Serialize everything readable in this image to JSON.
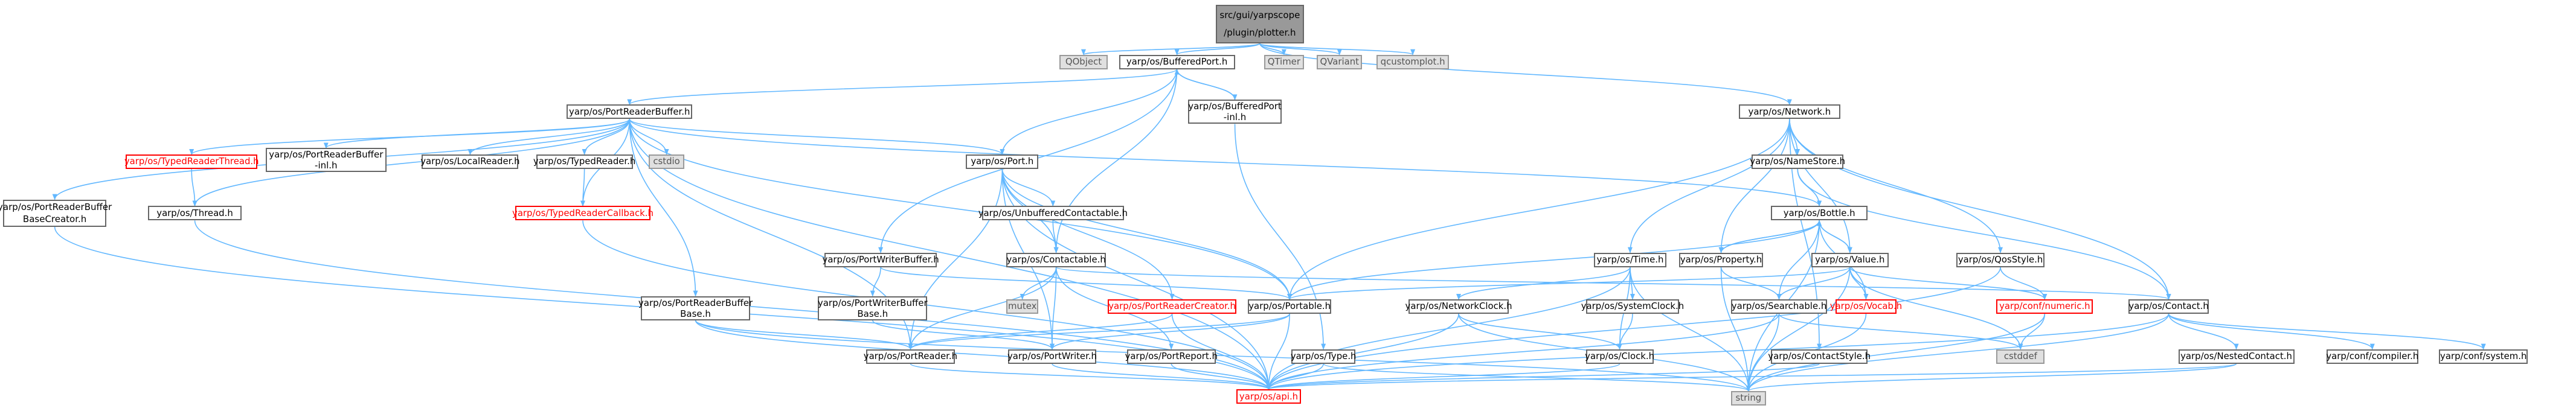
{
  "colors": {
    "edge": "#63b8ff",
    "node_border": "#666666",
    "missing_node": "#ff0000",
    "external_fill": "#e0e0e0",
    "root_fill": "#999999"
  },
  "nodes": [
    {
      "id": "root",
      "label": "src/gui/yarpscope\n/plugin/plotter.h",
      "kind": "root"
    },
    {
      "id": "qobject",
      "label": "QObject",
      "kind": "external"
    },
    {
      "id": "bufferedport",
      "label": "yarp/os/BufferedPort.h",
      "kind": "normal"
    },
    {
      "id": "qtimer",
      "label": "QTimer",
      "kind": "external"
    },
    {
      "id": "qvariant",
      "label": "QVariant",
      "kind": "external"
    },
    {
      "id": "qcustomplot",
      "label": "qcustomplot.h",
      "kind": "external"
    },
    {
      "id": "bufferedport_inl",
      "label": "yarp/os/BufferedPort\n-inl.h",
      "kind": "normal"
    },
    {
      "id": "portreaderbuffer",
      "label": "yarp/os/PortReaderBuffer.h",
      "kind": "normal"
    },
    {
      "id": "network",
      "label": "yarp/os/Network.h",
      "kind": "normal"
    },
    {
      "id": "typedreaderthread",
      "label": "yarp/os/TypedReaderThread.h",
      "kind": "missing"
    },
    {
      "id": "portreaderbuffer_inl",
      "label": "yarp/os/PortReaderBuffer\n-inl.h",
      "kind": "normal"
    },
    {
      "id": "localreader",
      "label": "yarp/os/LocalReader.h",
      "kind": "normal"
    },
    {
      "id": "typedreader",
      "label": "yarp/os/TypedReader.h",
      "kind": "normal"
    },
    {
      "id": "cstdio",
      "label": "cstdio",
      "kind": "external"
    },
    {
      "id": "port",
      "label": "yarp/os/Port.h",
      "kind": "normal"
    },
    {
      "id": "namestore",
      "label": "yarp/os/NameStore.h",
      "kind": "normal"
    },
    {
      "id": "thread",
      "label": "yarp/os/Thread.h",
      "kind": "normal"
    },
    {
      "id": "portreaderbuffer_base_creator",
      "label": "yarp/os/PortReaderBuffer\nBaseCreator.h",
      "kind": "normal"
    },
    {
      "id": "typedreadercallback",
      "label": "yarp/os/TypedReaderCallback.h",
      "kind": "missing"
    },
    {
      "id": "unbufferedcontactable",
      "label": "yarp/os/UnbufferedContactable.h",
      "kind": "normal"
    },
    {
      "id": "bottle",
      "label": "yarp/os/Bottle.h",
      "kind": "normal"
    },
    {
      "id": "portwriterbuffer",
      "label": "yarp/os/PortWriterBuffer.h",
      "kind": "normal"
    },
    {
      "id": "contactable",
      "label": "yarp/os/Contactable.h",
      "kind": "normal"
    },
    {
      "id": "time",
      "label": "yarp/os/Time.h",
      "kind": "normal"
    },
    {
      "id": "property",
      "label": "yarp/os/Property.h",
      "kind": "normal"
    },
    {
      "id": "value",
      "label": "yarp/os/Value.h",
      "kind": "normal"
    },
    {
      "id": "qosstyle",
      "label": "yarp/os/QosStyle.h",
      "kind": "normal"
    },
    {
      "id": "portreaderbuffer_base",
      "label": "yarp/os/PortReaderBuffer\nBase.h",
      "kind": "normal"
    },
    {
      "id": "portwriterbuffer_base",
      "label": "yarp/os/PortWriterBuffer\nBase.h",
      "kind": "normal"
    },
    {
      "id": "mutex",
      "label": "mutex",
      "kind": "external"
    },
    {
      "id": "portreadercreator",
      "label": "yarp/os/PortReaderCreator.h",
      "kind": "missing"
    },
    {
      "id": "portable",
      "label": "yarp/os/Portable.h",
      "kind": "normal"
    },
    {
      "id": "networkclock",
      "label": "yarp/os/NetworkClock.h",
      "kind": "normal"
    },
    {
      "id": "systemclock",
      "label": "yarp/os/SystemClock.h",
      "kind": "normal"
    },
    {
      "id": "searchable",
      "label": "yarp/os/Searchable.h",
      "kind": "normal"
    },
    {
      "id": "vocab",
      "label": "yarp/os/Vocab.h",
      "kind": "missing"
    },
    {
      "id": "numeric",
      "label": "yarp/conf/numeric.h",
      "kind": "missing"
    },
    {
      "id": "contact",
      "label": "yarp/os/Contact.h",
      "kind": "normal"
    },
    {
      "id": "portreader",
      "label": "yarp/os/PortReader.h",
      "kind": "normal"
    },
    {
      "id": "portwriter",
      "label": "yarp/os/PortWriter.h",
      "kind": "normal"
    },
    {
      "id": "portreport",
      "label": "yarp/os/PortReport.h",
      "kind": "normal"
    },
    {
      "id": "type",
      "label": "yarp/os/Type.h",
      "kind": "normal"
    },
    {
      "id": "clock",
      "label": "yarp/os/Clock.h",
      "kind": "normal"
    },
    {
      "id": "cstddef",
      "label": "cstddef",
      "kind": "external"
    },
    {
      "id": "nestedcontact",
      "label": "yarp/os/NestedContact.h",
      "kind": "normal"
    },
    {
      "id": "compiler",
      "label": "yarp/conf/compiler.h",
      "kind": "normal"
    },
    {
      "id": "system",
      "label": "yarp/conf/system.h",
      "kind": "normal"
    },
    {
      "id": "contactstyle",
      "label": "yarp/os/ContactStyle.h",
      "kind": "normal"
    },
    {
      "id": "api",
      "label": "yarp/os/api.h",
      "kind": "missing"
    },
    {
      "id": "string",
      "label": "string",
      "kind": "external"
    }
  ],
  "edges": [
    [
      "root",
      "qobject"
    ],
    [
      "root",
      "bufferedport"
    ],
    [
      "root",
      "qtimer"
    ],
    [
      "root",
      "qvariant"
    ],
    [
      "root",
      "qcustomplot"
    ],
    [
      "root",
      "network"
    ],
    [
      "bufferedport",
      "bufferedport_inl"
    ],
    [
      "bufferedport_inl",
      "bufferedport"
    ],
    [
      "bufferedport",
      "portreaderbuffer"
    ],
    [
      "bufferedport",
      "port"
    ],
    [
      "bufferedport",
      "portwriterbuffer"
    ],
    [
      "bufferedport",
      "contactable"
    ],
    [
      "bufferedport_inl",
      "type"
    ],
    [
      "portreaderbuffer",
      "typedreaderthread"
    ],
    [
      "portreaderbuffer",
      "portreaderbuffer_inl"
    ],
    [
      "portreaderbuffer",
      "localreader"
    ],
    [
      "portreaderbuffer",
      "typedreader"
    ],
    [
      "portreaderbuffer",
      "cstdio"
    ],
    [
      "portreaderbuffer",
      "portreaderbuffer_base_creator"
    ],
    [
      "portreaderbuffer",
      "thread"
    ],
    [
      "portreaderbuffer",
      "typedreadercallback"
    ],
    [
      "portreaderbuffer",
      "portreaderbuffer_base"
    ],
    [
      "portreaderbuffer",
      "port"
    ],
    [
      "portreaderbuffer",
      "bottle"
    ],
    [
      "portreaderbuffer",
      "portreader"
    ],
    [
      "portreaderbuffer",
      "api"
    ],
    [
      "portreaderbuffer",
      "portable"
    ],
    [
      "typedreaderthread",
      "thread"
    ],
    [
      "typedreader",
      "typedreadercallback"
    ],
    [
      "thread",
      "api"
    ],
    [
      "typedreadercallback",
      "api"
    ],
    [
      "portreaderbuffer_base_creator",
      "api"
    ],
    [
      "port",
      "unbufferedcontactable"
    ],
    [
      "port",
      "contactable"
    ],
    [
      "port",
      "portreadercreator"
    ],
    [
      "port",
      "portable"
    ],
    [
      "port",
      "portreader"
    ],
    [
      "port",
      "portwriter"
    ],
    [
      "port",
      "api"
    ],
    [
      "unbufferedcontactable",
      "contactable"
    ],
    [
      "portwriterbuffer",
      "portwriterbuffer_base"
    ],
    [
      "portwriterbuffer",
      "portable"
    ],
    [
      "portwriterbuffer_base",
      "portwriter"
    ],
    [
      "contactable",
      "mutex"
    ],
    [
      "contactable",
      "portreader"
    ],
    [
      "contactable",
      "portwriter"
    ],
    [
      "contactable",
      "portreport"
    ],
    [
      "contactable",
      "contact"
    ],
    [
      "portreaderbuffer_base",
      "portreader"
    ],
    [
      "portreaderbuffer_base",
      "api"
    ],
    [
      "portreaderbuffer_base",
      "string"
    ],
    [
      "portreadercreator",
      "portreader"
    ],
    [
      "portreadercreator",
      "api"
    ],
    [
      "portable",
      "portreader"
    ],
    [
      "portable",
      "portwriter"
    ],
    [
      "portable",
      "api"
    ],
    [
      "portreader",
      "api"
    ],
    [
      "portwriter",
      "api"
    ],
    [
      "portreport",
      "api"
    ],
    [
      "type",
      "api"
    ],
    [
      "type",
      "string"
    ],
    [
      "network",
      "namestore"
    ],
    [
      "network",
      "contact"
    ],
    [
      "network",
      "portable"
    ],
    [
      "network",
      "time"
    ],
    [
      "network",
      "property"
    ],
    [
      "network",
      "value"
    ],
    [
      "network",
      "qosstyle"
    ],
    [
      "network",
      "contactstyle"
    ],
    [
      "namestore",
      "bottle"
    ],
    [
      "namestore",
      "contact"
    ],
    [
      "bottle",
      "portable"
    ],
    [
      "bottle",
      "property"
    ],
    [
      "bottle",
      "value"
    ],
    [
      "bottle",
      "searchable"
    ],
    [
      "bottle",
      "vocab"
    ],
    [
      "bottle",
      "string"
    ],
    [
      "property",
      "bottle"
    ],
    [
      "property",
      "searchable"
    ],
    [
      "property",
      "string"
    ],
    [
      "value",
      "bottle"
    ],
    [
      "value",
      "portable"
    ],
    [
      "value",
      "searchable"
    ],
    [
      "value",
      "vocab"
    ],
    [
      "value",
      "numeric"
    ],
    [
      "value",
      "cstddef"
    ],
    [
      "value",
      "string"
    ],
    [
      "time",
      "networkclock"
    ],
    [
      "time",
      "systemclock"
    ],
    [
      "time",
      "clock"
    ],
    [
      "time",
      "api"
    ],
    [
      "time",
      "string"
    ],
    [
      "networkclock",
      "clock"
    ],
    [
      "networkclock",
      "api"
    ],
    [
      "networkclock",
      "string"
    ],
    [
      "systemclock",
      "clock"
    ],
    [
      "clock",
      "api"
    ],
    [
      "searchable",
      "api"
    ],
    [
      "searchable",
      "string"
    ],
    [
      "searchable",
      "cstddef"
    ],
    [
      "vocab",
      "string"
    ],
    [
      "numeric",
      "cstddef"
    ],
    [
      "numeric",
      "string"
    ],
    [
      "qosstyle",
      "numeric"
    ],
    [
      "qosstyle",
      "api"
    ],
    [
      "contact",
      "nestedcontact"
    ],
    [
      "contact",
      "compiler"
    ],
    [
      "contact",
      "system"
    ],
    [
      "contact",
      "string"
    ],
    [
      "contact",
      "api"
    ],
    [
      "nestedcontact",
      "api"
    ],
    [
      "nestedcontact",
      "string"
    ],
    [
      "contactstyle",
      "api"
    ]
  ]
}
